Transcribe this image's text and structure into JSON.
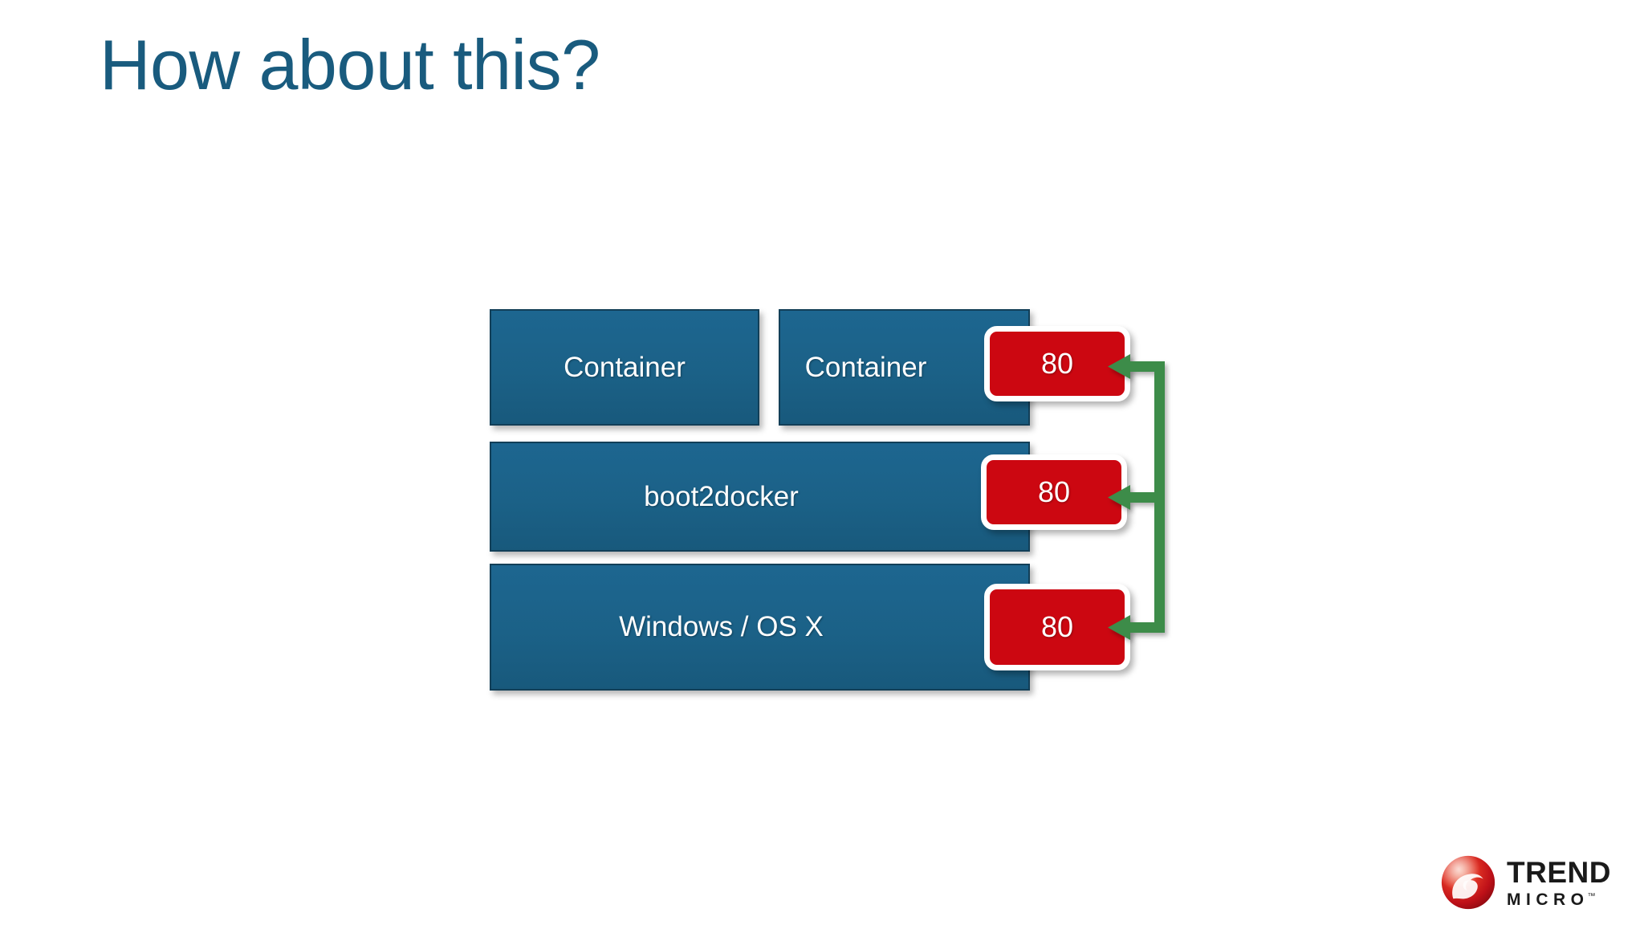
{
  "slide": {
    "title": "How about this?",
    "background_color": "#FFFFFF",
    "title_color": "#195B7E"
  },
  "diagram": {
    "type": "layered-stack",
    "box_fill_color": "#1B6187",
    "box_border_color": "#123F58",
    "badge_fill_color": "#CC0711",
    "connector_color": "#3C8C4A",
    "layers": [
      {
        "id": "containers",
        "boxes": [
          {
            "label": "Container"
          },
          {
            "label": "Container"
          }
        ],
        "port_badge": {
          "label": "80"
        }
      },
      {
        "id": "boot2docker",
        "boxes": [
          {
            "label": "boot2docker"
          }
        ],
        "port_badge": {
          "label": "80"
        }
      },
      {
        "id": "host-os",
        "boxes": [
          {
            "label": "Windows / OS X"
          }
        ],
        "port_badge": {
          "label": "80"
        }
      }
    ],
    "connector": {
      "name": "port-forwarding-bracket",
      "arrow_count": 3,
      "direction": "right-to-left"
    }
  },
  "branding": {
    "name": "TREND",
    "sub": "MICRO",
    "trademark": "™",
    "mark_color_outer": "#C8102E",
    "mark_color_inner": "#F05A28"
  }
}
